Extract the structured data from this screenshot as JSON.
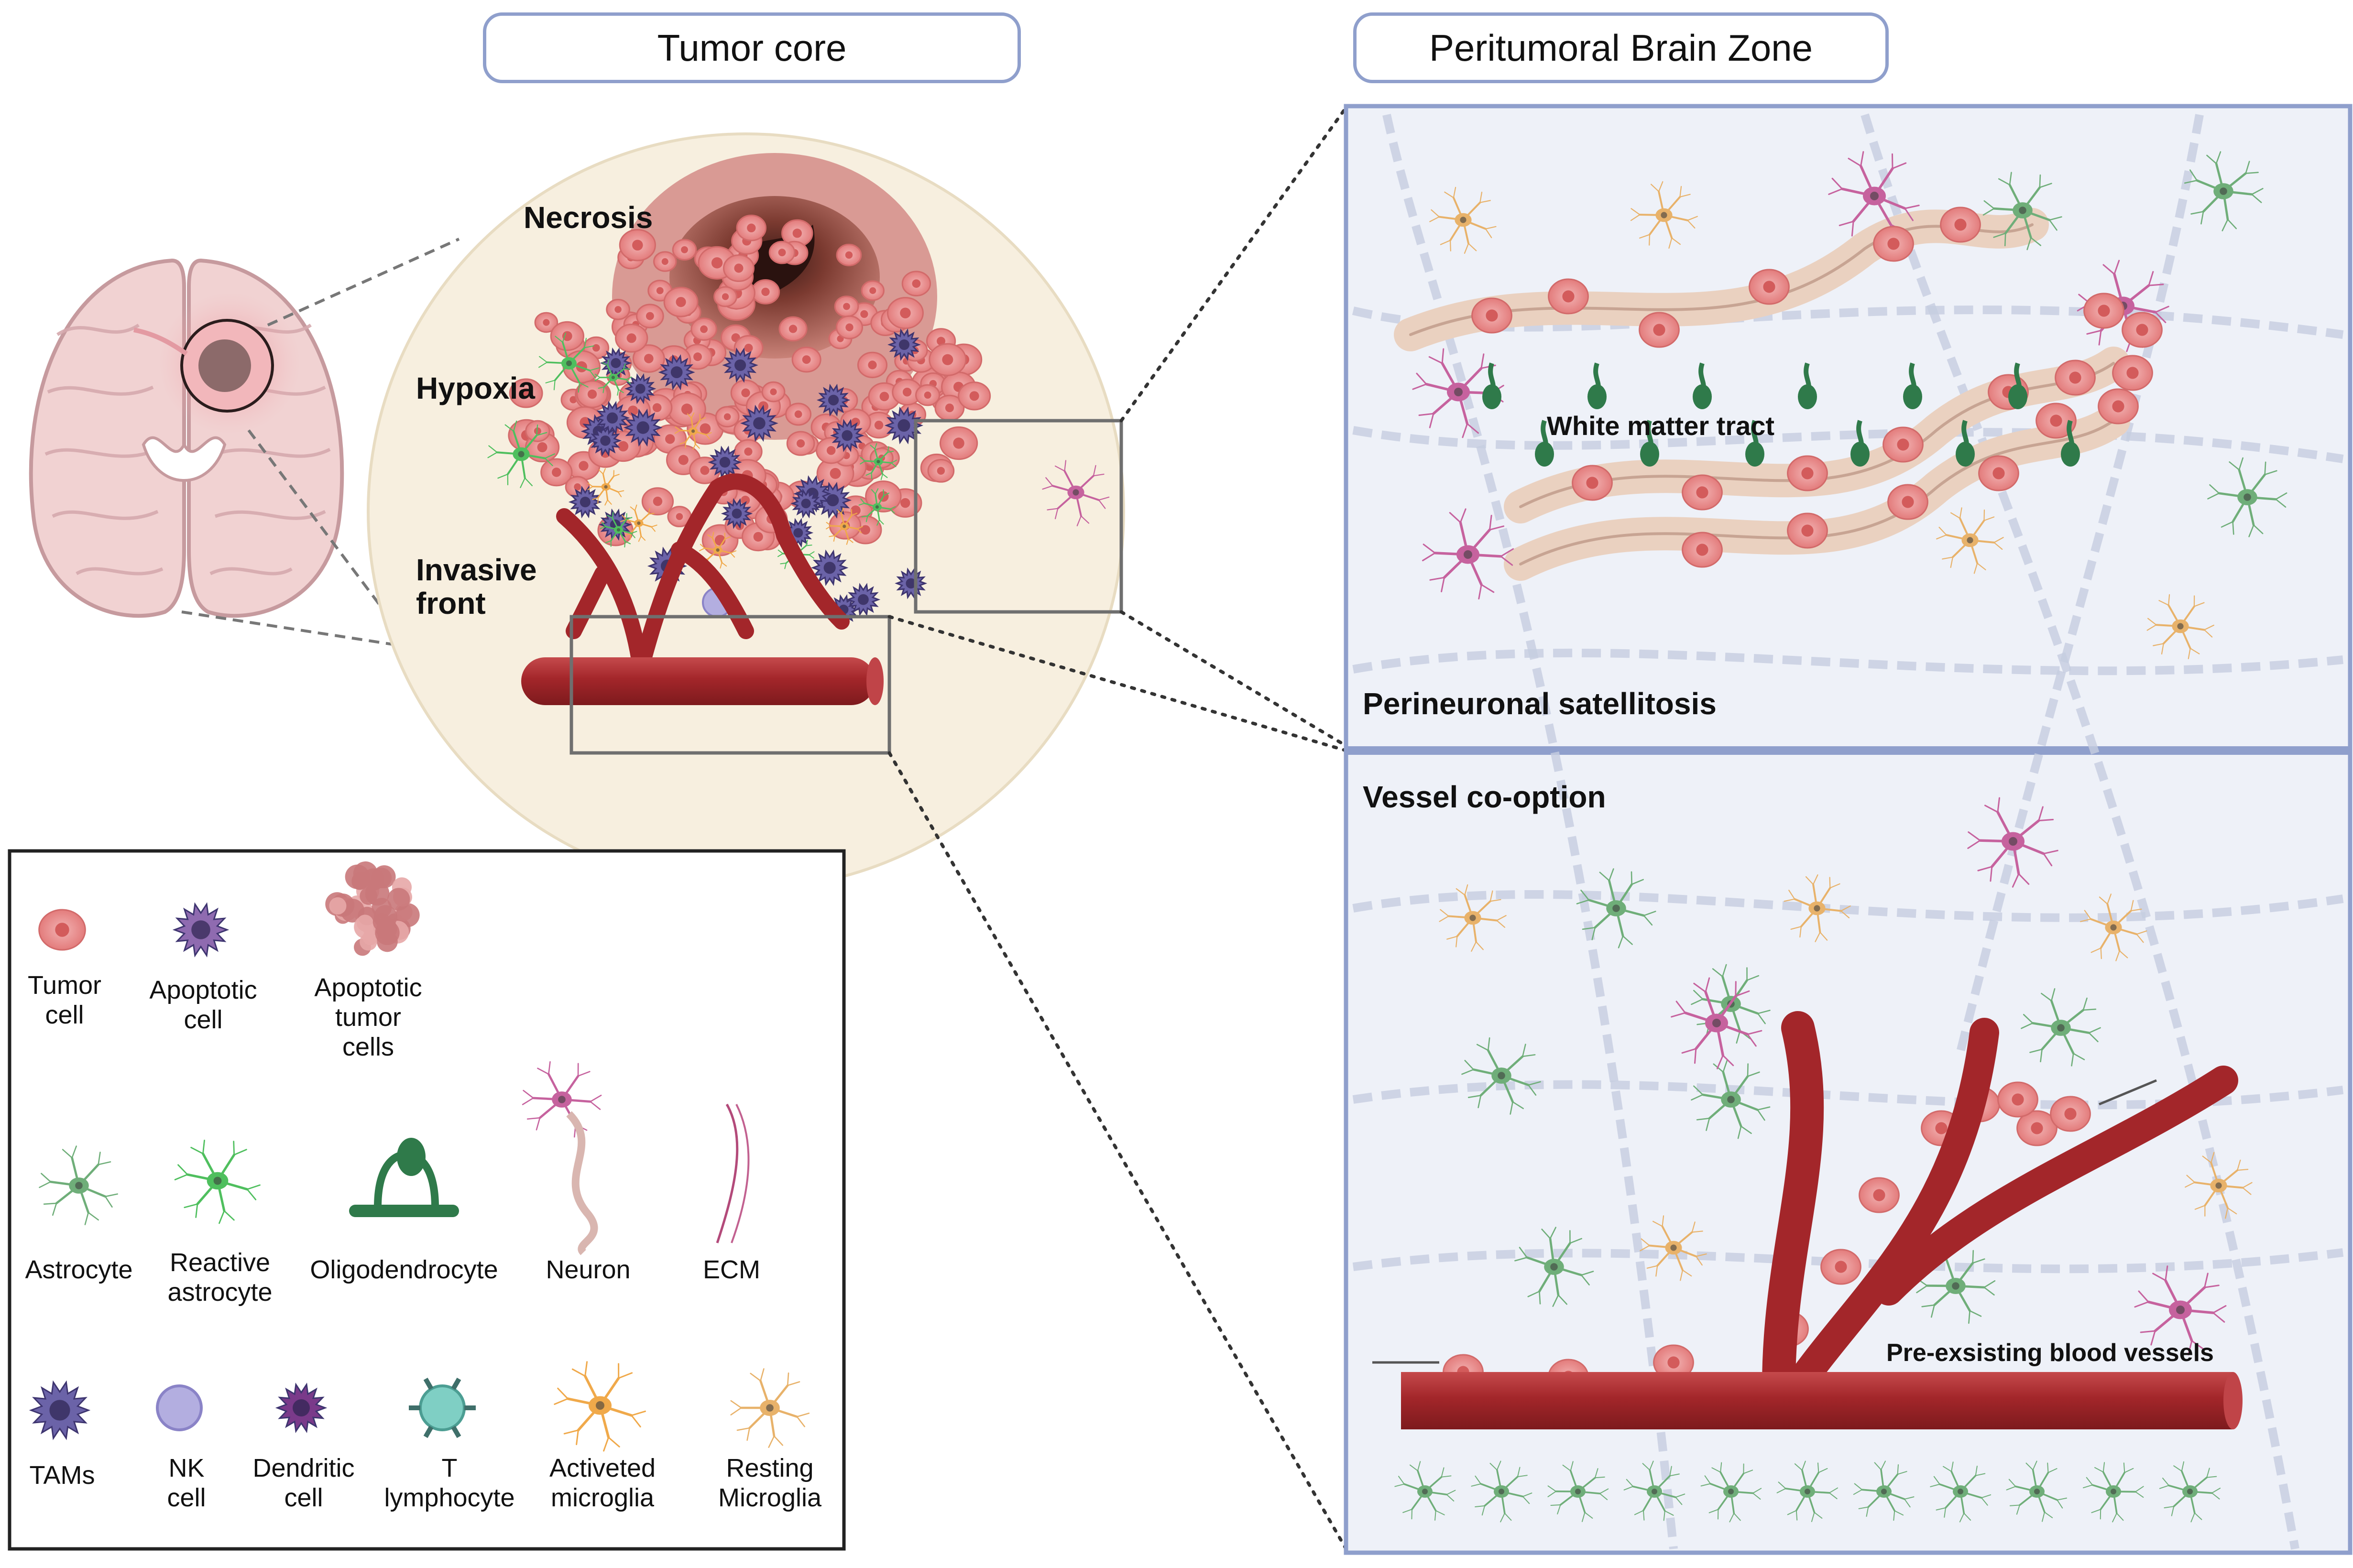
{
  "titles": {
    "tumor_core": "Tumor core",
    "pbz": "Peritumoral Brain Zone"
  },
  "core_labels": {
    "necrosis": "Necrosis",
    "hypoxia": "Hypoxia",
    "invasive_front_1": "Invasive",
    "invasive_front_2": "front"
  },
  "pbz_labels": {
    "white_matter": "White matter tract",
    "satellitosis": "Perineuronal satellitosis",
    "vessel_cooption": "Vessel co-option",
    "preexisting": "Pre-exsisting blood vessels"
  },
  "legend": {
    "tumor_cell": [
      "Tumor",
      "cell"
    ],
    "apoptotic_cell": [
      "Apoptotic",
      "cell"
    ],
    "apoptotic_tumor": [
      "Apoptotic",
      "tumor",
      "cells"
    ],
    "astrocyte": [
      "Astrocyte"
    ],
    "reactive_astrocyte": [
      "Reactive",
      "astrocyte"
    ],
    "oligodendrocyte": [
      "Oligodendrocyte"
    ],
    "neuron": [
      "Neuron"
    ],
    "ecm": [
      "ECM"
    ],
    "tams": [
      "TAMs"
    ],
    "nk_cell": [
      "NK",
      "cell"
    ],
    "dendritic_cell": [
      "Dendritic",
      "cell"
    ],
    "t_lymphocyte": [
      "T",
      "lymphocyte"
    ],
    "activated_microglia": [
      "Activeted",
      "microglia"
    ],
    "resting_microglia": [
      "Resting",
      "Microglia"
    ]
  },
  "colors": {
    "frame": "#8f9fcc",
    "panel_bg": "#eef1f8",
    "core_bg": "#f7efdf",
    "vessel": "#a3262a",
    "tumor_cell": "#e98b8b",
    "astrocyte": "#6fae79",
    "reactive_astrocyte": "#4fbf5e",
    "oligodendrocyte": "#2f7a4a",
    "neuron": "#c6629e",
    "microglia_resting": "#e8b26a",
    "microglia_active": "#f0a94a",
    "tam": "#6b63a8",
    "nk": "#b3aee0",
    "dendritic": "#7a3a8a",
    "t_cell": "#7fcfc4"
  }
}
